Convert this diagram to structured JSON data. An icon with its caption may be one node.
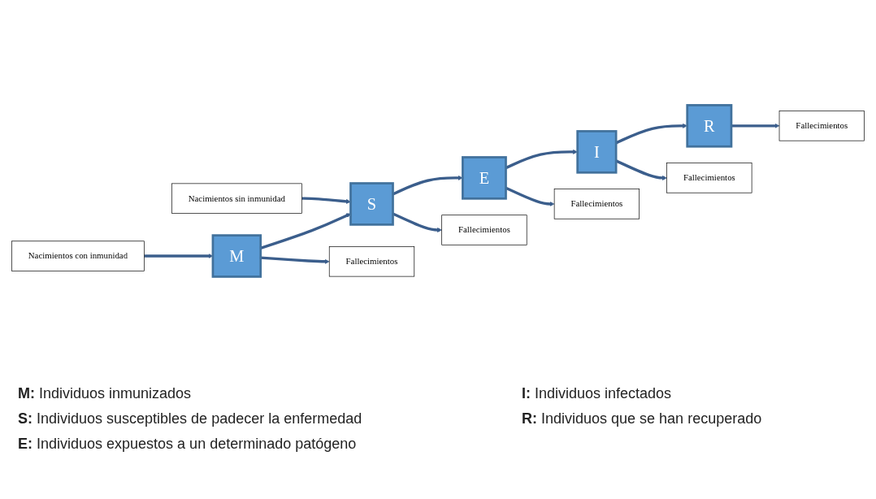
{
  "diagram": {
    "nodes": [
      {
        "text": [
          "Nacimientos con inmunidad"
        ]
      },
      {
        "text": [
          "Nacimientos sin inmunidad"
        ]
      },
      {
        "text": [
          "M"
        ]
      },
      {
        "text": [
          "S"
        ]
      },
      {
        "text": [
          "E"
        ]
      },
      {
        "text": [
          "I"
        ]
      },
      {
        "text": [
          "R"
        ]
      },
      {
        "text": [
          "Fallecimientos"
        ]
      },
      {
        "text": [
          "Fallecimientos"
        ]
      },
      {
        "text": [
          "Fallecimientos"
        ]
      },
      {
        "text": [
          "Fallecimientos"
        ]
      },
      {
        "text": [
          "Fallecimientos"
        ]
      }
    ],
    "edges": [
      {
        "from": 0,
        "to": 2,
        "arrow": "to"
      },
      {
        "from": 1,
        "to": 3,
        "arrow": "to"
      },
      {
        "from": 2,
        "to": 3,
        "arrow": "to"
      },
      {
        "from": 3,
        "to": 4,
        "arrow": "to"
      },
      {
        "from": 4,
        "to": 5,
        "arrow": "to"
      },
      {
        "from": 5,
        "to": 6,
        "arrow": "to"
      },
      {
        "from": 2,
        "to": 7,
        "arrow": "to"
      },
      {
        "from": 3,
        "to": 8,
        "arrow": "to"
      },
      {
        "from": 4,
        "to": 9,
        "arrow": "to"
      },
      {
        "from": 5,
        "to": 10,
        "arrow": "to"
      },
      {
        "from": 6,
        "to": 11,
        "arrow": "to"
      }
    ],
    "labels": [
      "**M:** Individuos inmunizados",
      "**I:** Individuos infectados",
      "**S:** Individuos susceptibles de padecer la enfermedad",
      "**R:** Individuos que se han recuperado",
      "**E:** Individuos expuestos a un determinado patógeno"
    ]
  }
}
